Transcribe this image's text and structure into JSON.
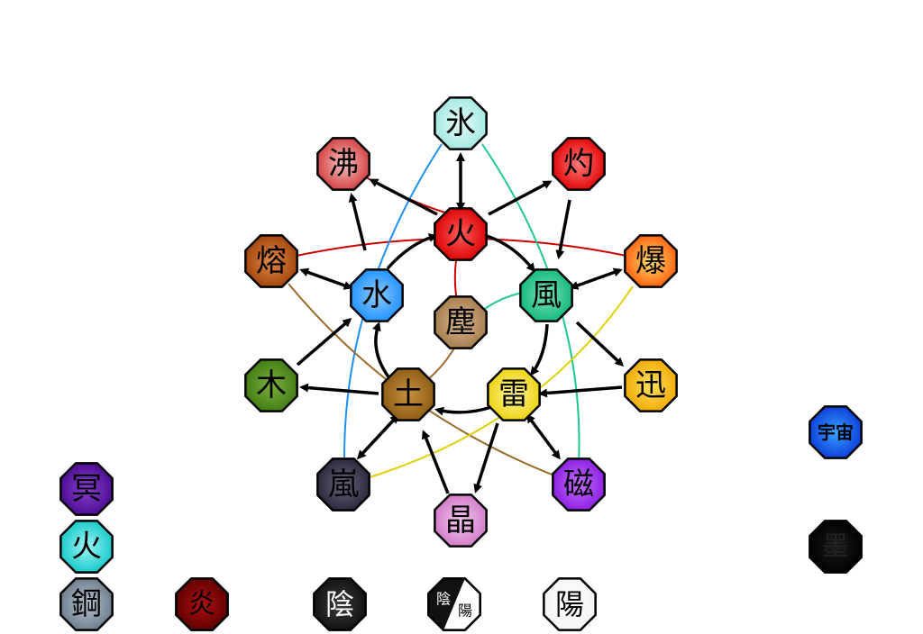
{
  "nodes": {
    "hyo": {
      "label": "氷",
      "text_color": "#000000",
      "fill": "#9fe8e0",
      "inner": "#e6fbf8"
    },
    "futsu": {
      "label": "沸",
      "text_color": "#000000",
      "fill": "#d23a3a",
      "inner": "#f5c4c4"
    },
    "shaku": {
      "label": "灼",
      "text_color": "#000000",
      "fill": "#e00000",
      "inner": "#ff7a7a"
    },
    "ka": {
      "label": "火",
      "text_color": "#000000",
      "fill": "#d90000",
      "inner": "#ff5a5a"
    },
    "yo": {
      "label": "熔",
      "text_color": "#000000",
      "fill": "#a0420a",
      "inner": "#e08a4a"
    },
    "baku": {
      "label": "爆",
      "text_color": "#000000",
      "fill": "#ff5a0a",
      "inner": "#ffe070"
    },
    "sui": {
      "label": "水",
      "text_color": "#000000",
      "fill": "#1e90ff",
      "inner": "#8ccaff"
    },
    "fu": {
      "label": "風",
      "text_color": "#000000",
      "fill": "#10b87a",
      "inner": "#7ae0b8"
    },
    "jin": {
      "label": "塵",
      "text_color": "#000000",
      "fill": "#a37a4a",
      "inner": "#d8b890"
    },
    "moku": {
      "label": "木",
      "text_color": "#000000",
      "fill": "#3f7a12",
      "inner": "#7ab040"
    },
    "do": {
      "label": "土",
      "text_color": "#000000",
      "fill": "#8a5a12",
      "inner": "#c89040"
    },
    "rai": {
      "label": "雷",
      "text_color": "#000000",
      "fill": "#ecd20a",
      "inner": "#fff4a0"
    },
    "jin2": {
      "label": "迅",
      "text_color": "#000000",
      "fill": "#f0a800",
      "inner": "#ffe060"
    },
    "ran": {
      "label": "嵐",
      "text_color": "#000000",
      "fill": "#2a2438",
      "inner": "#6a6480"
    },
    "ji": {
      "label": "磁",
      "text_color": "#000000",
      "fill": "#8a1ae0",
      "inner": "#c070ff"
    },
    "sho": {
      "label": "晶",
      "text_color": "#000000",
      "fill": "#d078c8",
      "inner": "#f4c8ef"
    },
    "uchu": {
      "label": "宇宙",
      "text_color": "#000000",
      "fill": "#0a3ad8",
      "inner": "#3aa0ff"
    },
    "boku": {
      "label": "墨",
      "text_color": "#222222",
      "fill": "#000000",
      "inner": "#1a1a1a"
    },
    "mei": {
      "label": "冥",
      "text_color": "#000000",
      "fill": "#4a0a90",
      "inner": "#8a40d0"
    },
    "ka2": {
      "label": "火",
      "text_color": "#000000",
      "fill": "#10c8c8",
      "inner": "#a0f4f4"
    },
    "ko": {
      "label": "鋼",
      "text_color": "#000000",
      "fill": "#6a7a8a",
      "inner": "#b8c4d0"
    },
    "en": {
      "label": "炎",
      "text_color": "#000000",
      "fill": "#5a0000",
      "inner": "#b01010"
    },
    "in": {
      "label": "陰",
      "text_color": "#ffffff",
      "fill": "#111111",
      "inner": "#3a3a3a"
    },
    "inyo_in": {
      "label": "陰",
      "text_color": "#ffffff"
    },
    "inyo_yo": {
      "label": "陽",
      "text_color": "#000000"
    },
    "yang": {
      "label": "陽",
      "text_color": "#000000",
      "fill": "#f4f4f4",
      "inner": "#ffffff"
    }
  },
  "colors": {
    "arrow": "#000000",
    "curve_red": "#cc0000",
    "curve_blue": "#1e8ff0",
    "curve_teal": "#1ec890",
    "curve_brown": "#9a6a2a",
    "curve_yellow": "#e0d000"
  }
}
